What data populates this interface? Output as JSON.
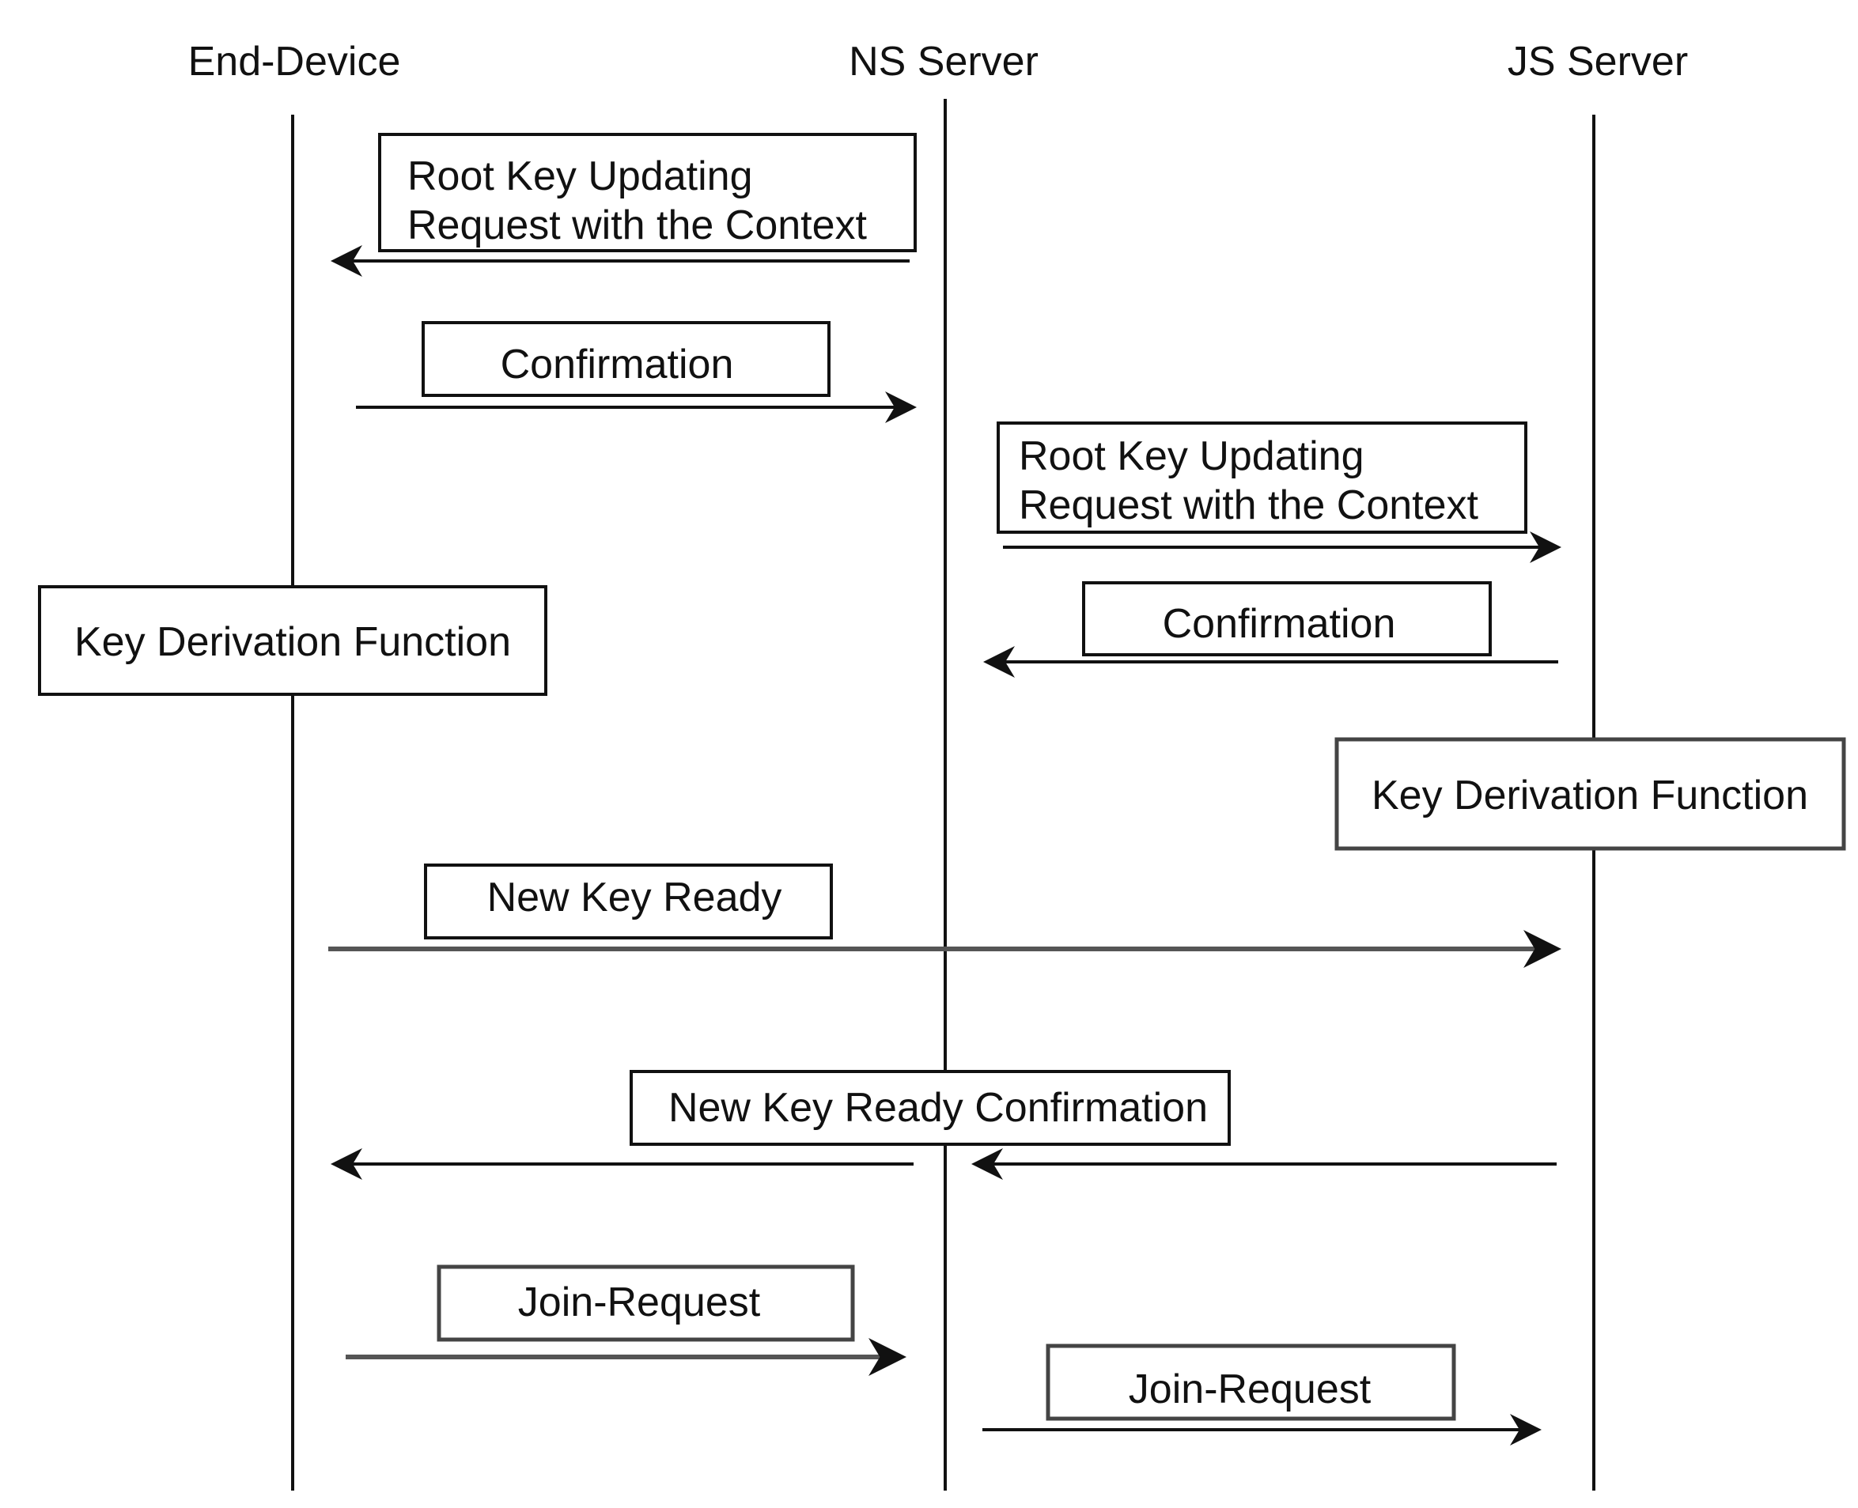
{
  "lanes": {
    "end_device": "End-Device",
    "ns_server": "NS Server",
    "js_server": "JS Server"
  },
  "messages": {
    "rk_request_ns_ed": [
      "Root Key Updating",
      "Request with the Context"
    ],
    "confirmation_ed_ns": "Confirmation",
    "rk_request_ns_js": [
      "Root Key Updating",
      "Request with the Context"
    ],
    "confirmation_js_ns": "Confirmation",
    "new_key_ready": "New Key Ready",
    "new_key_ready_confirmation": "New Key Ready Confirmation",
    "join_request_ed_ns": "Join-Request",
    "join_request_ns_js": "Join-Request"
  },
  "processes": {
    "kdf_end_device": "Key Derivation Function",
    "kdf_js_server": "Key Derivation Function"
  }
}
